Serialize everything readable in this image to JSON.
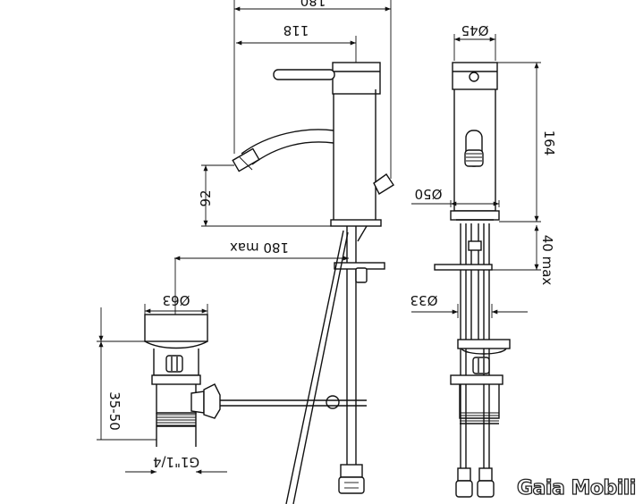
{
  "drawing": {
    "dimensions": {
      "overall_width": "180",
      "spout_reach": "118",
      "spout_height": "92",
      "projection_max": "180 max",
      "waste_diameter": "Ø63",
      "waste_height": "35-50",
      "waste_thread": "G1\"1/4",
      "top_diameter": "Ø45",
      "body_height": "164",
      "base_diameter": "Ø50",
      "deck_thickness": "40 max",
      "shank_diameter": "Ø33"
    }
  },
  "brand": {
    "name": "Gaia Mobili"
  }
}
